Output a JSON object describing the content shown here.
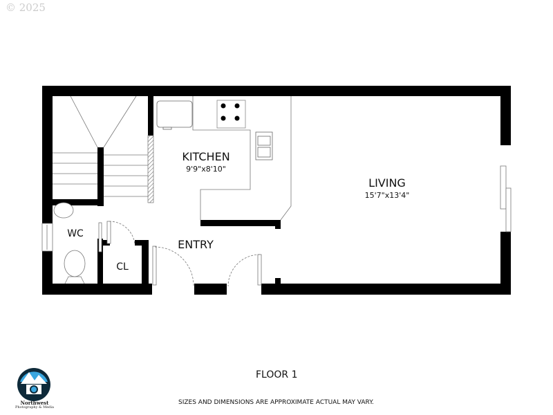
{
  "copyright": "© 2025",
  "rooms": {
    "kitchen": {
      "name": "KITCHEN",
      "size": "9'9\"x8'10\""
    },
    "living": {
      "name": "LIVING",
      "size": "15'7\"x13'4\""
    },
    "wc": {
      "name": "WC"
    },
    "closet": {
      "name": "CL"
    },
    "entry": {
      "name": "ENTRY"
    }
  },
  "floor_label": "FLOOR 1",
  "disclaimer": "SIZES AND DIMENSIONS ARE APPROXIMATE ACTUAL MAY VARY.",
  "logo": {
    "name": "Northwest",
    "tagline": "Photography & Media"
  }
}
